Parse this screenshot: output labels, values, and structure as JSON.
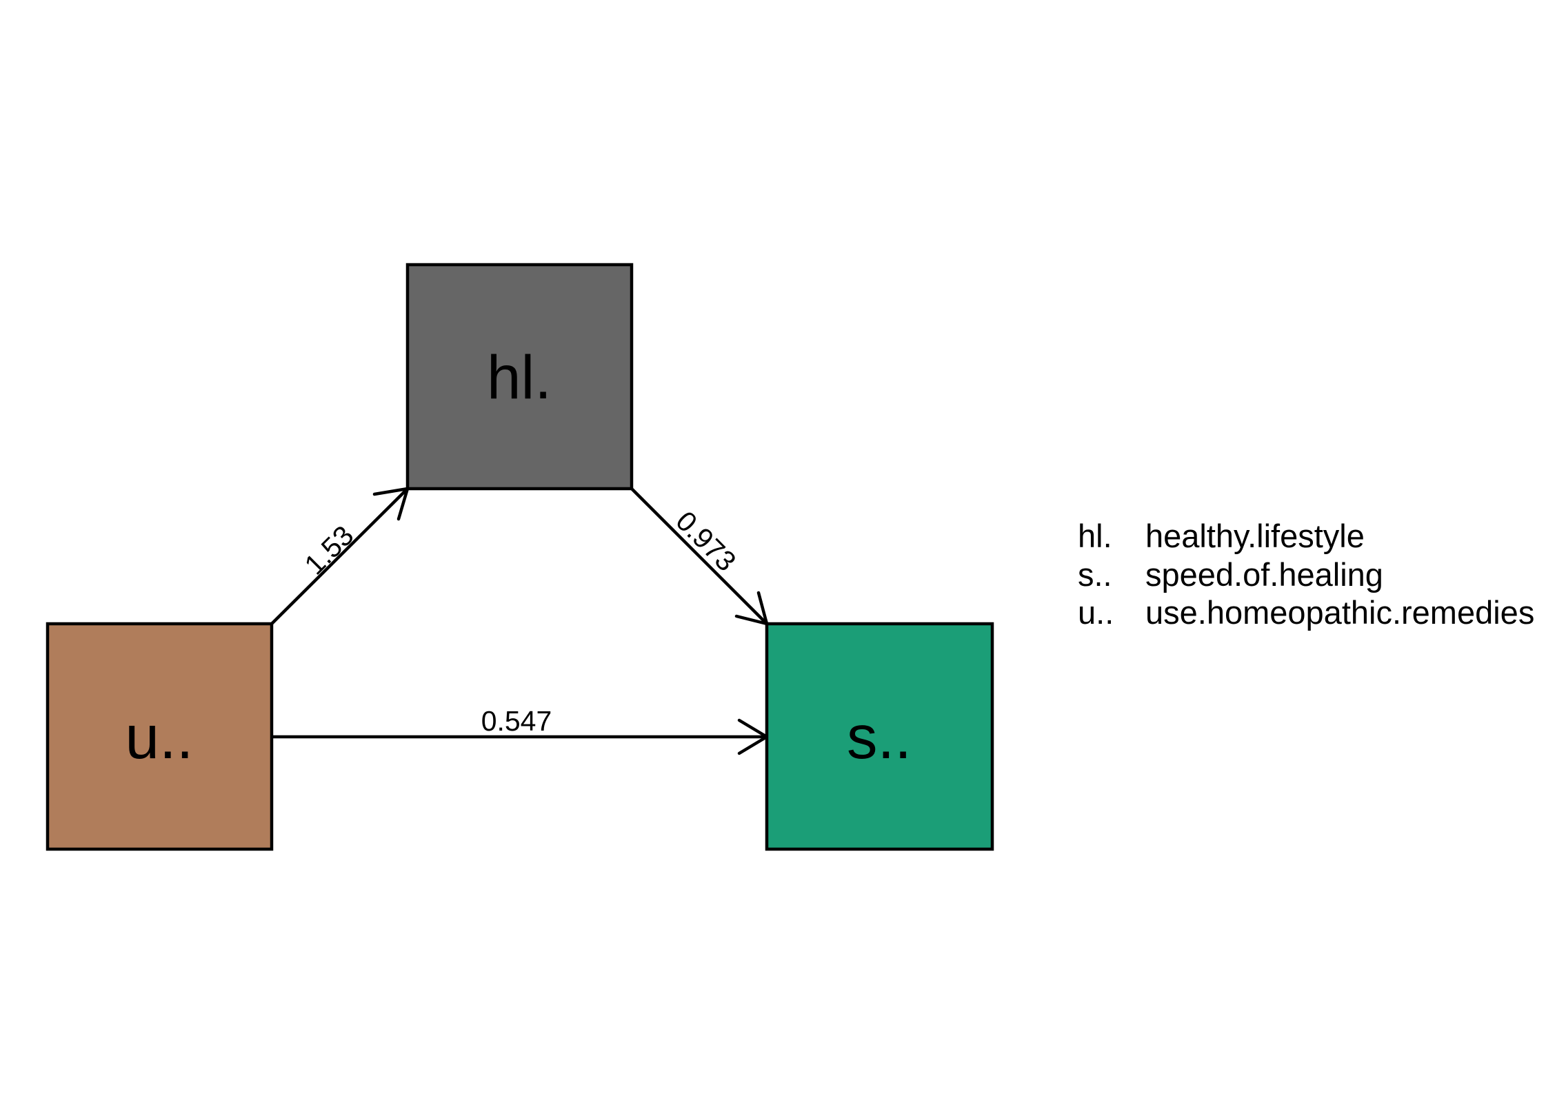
{
  "nodes": {
    "hl": {
      "label": "hl.",
      "color": "#666666"
    },
    "s": {
      "label": "s..",
      "color": "#1b9e77"
    },
    "u": {
      "label": "u..",
      "color": "#b07d5b"
    }
  },
  "edges": {
    "u_hl": {
      "from": "u..",
      "to": "hl.",
      "label": "1.53"
    },
    "hl_s": {
      "from": "hl.",
      "to": "s..",
      "label": "0.973"
    },
    "u_s": {
      "from": "u..",
      "to": "s..",
      "label": "0.547"
    }
  },
  "legend": [
    {
      "abbr": "hl.",
      "name": "healthy.lifestyle"
    },
    {
      "abbr": "s..",
      "name": "speed.of.healing"
    },
    {
      "abbr": "u..",
      "name": "use.homeopathic.remedies"
    }
  ]
}
